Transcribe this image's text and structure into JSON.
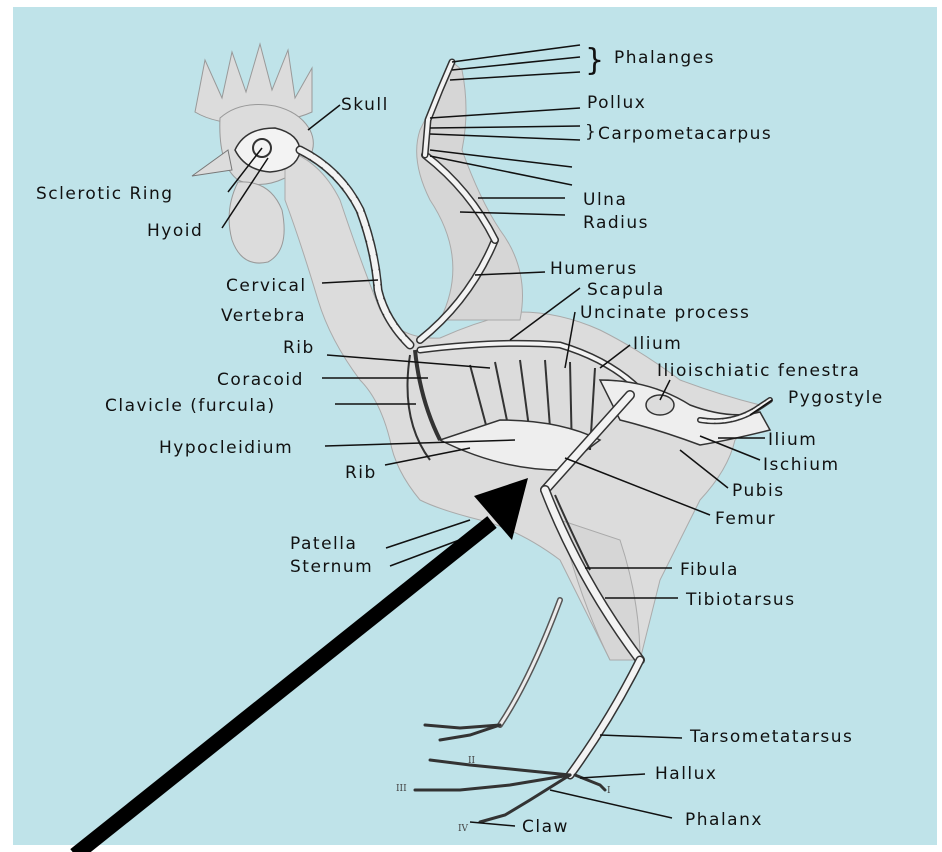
{
  "colors": {
    "background": "#bfe3e9",
    "body_silhouette": "#dcdcdc",
    "bone_outline": "#333333",
    "leader_lines": "#111111",
    "arrow": "#000000"
  },
  "labels": {
    "phalanges": "Phalanges",
    "pollux": "Pollux",
    "carpometacarpus": "Carpometacarpus",
    "ulna": "Ulna",
    "radius": "Radius",
    "humerus": "Humerus",
    "scapula": "Scapula",
    "uncinate_process": "Uncinate process",
    "ilium_top": "Ilium",
    "ilioischiatic_fenestra": "Ilioischiatic fenestra",
    "pygostyle": "Pygostyle",
    "ilium_right": "Ilium",
    "ischium": "Ischium",
    "pubis": "Pubis",
    "femur": "Femur",
    "fibula": "Fibula",
    "tibiotarsus": "Tibiotarsus",
    "tarsometatarsus": "Tarsometatarsus",
    "hallux": "Hallux",
    "phalanx": "Phalanx",
    "claw": "Claw",
    "skull": "Skull",
    "sclerotic_ring": "Sclerotic Ring",
    "hyoid": "Hyoid",
    "cervical": "Cervical",
    "vertebra": "Vertebra",
    "rib_top": "Rib",
    "coracoid": "Coracoid",
    "clavicle": "Clavicle (furcula)",
    "hypocleidium": "Hypocleidium",
    "rib_bottom": "Rib",
    "patella": "Patella",
    "sternum": "Sternum"
  },
  "toe_numerals": {
    "i": "I",
    "ii": "II",
    "iii": "III",
    "iv": "IV"
  }
}
